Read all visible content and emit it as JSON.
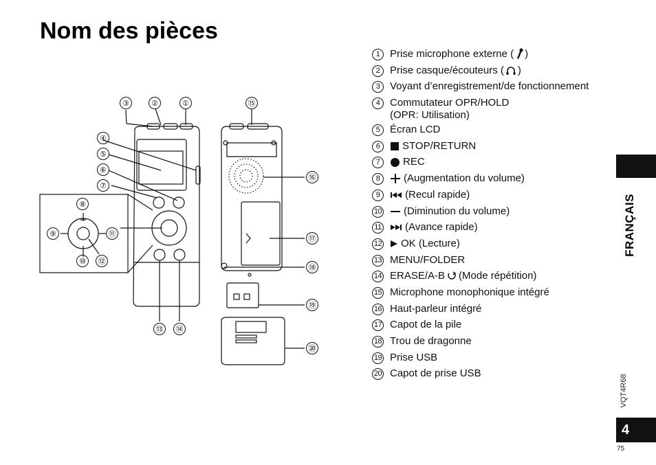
{
  "page_title": "Nom des pièces",
  "language_tab": "FRANÇAIS",
  "document_code": "VQT4R68",
  "page_number": "4",
  "page_subnumber": "75",
  "diagram_callouts": [
    "①",
    "②",
    "③",
    "④",
    "⑤",
    "⑥",
    "⑦",
    "⑧",
    "⑨",
    "⑩",
    "⑪",
    "⑫",
    "⑬",
    "⑭",
    "⑮",
    "⑯",
    "⑰",
    "⑱",
    "⑲",
    "⑳"
  ],
  "parts": [
    {
      "num": "1",
      "label": "Prise microphone externe (",
      "suffix": ")",
      "icon": "microphone-icon"
    },
    {
      "num": "2",
      "label": "Prise casque/écouteurs (",
      "suffix": ")",
      "icon": "headphones-icon"
    },
    {
      "num": "3",
      "label": "Voyant d’enregistrement/de fonctionnement"
    },
    {
      "num": "4",
      "label": "Commutateur OPR/HOLD",
      "label2": "(OPR: Utilisation)"
    },
    {
      "num": "5",
      "label": "Écran LCD"
    },
    {
      "num": "6",
      "label": "STOP/RETURN",
      "icon": "stop-square-icon"
    },
    {
      "num": "7",
      "label": "REC",
      "icon": "record-dot-icon"
    },
    {
      "num": "8",
      "label": "(Augmentation du volume)",
      "icon": "plus-icon"
    },
    {
      "num": "9",
      "label": "(Recul rapide)",
      "icon": "rewind-icon"
    },
    {
      "num": "10",
      "label": "(Diminution du volume)",
      "icon": "minus-icon"
    },
    {
      "num": "11",
      "label": "(Avance rapide)",
      "icon": "fast-forward-icon"
    },
    {
      "num": "12",
      "label": "OK (Lecture)",
      "icon": "play-triangle-icon"
    },
    {
      "num": "13",
      "label": "MENU/FOLDER"
    },
    {
      "num": "14",
      "label": "ERASE/A-B",
      "suffix": "(Mode répétition)",
      "icon": "repeat-icon"
    },
    {
      "num": "15",
      "label": "Microphone monophonique intégré"
    },
    {
      "num": "16",
      "label": "Haut-parleur intégré"
    },
    {
      "num": "17",
      "label": "Capot de la pile"
    },
    {
      "num": "18",
      "label": "Trou de dragonne"
    },
    {
      "num": "19",
      "label": "Prise USB"
    },
    {
      "num": "20",
      "label": "Capot de prise USB"
    }
  ]
}
